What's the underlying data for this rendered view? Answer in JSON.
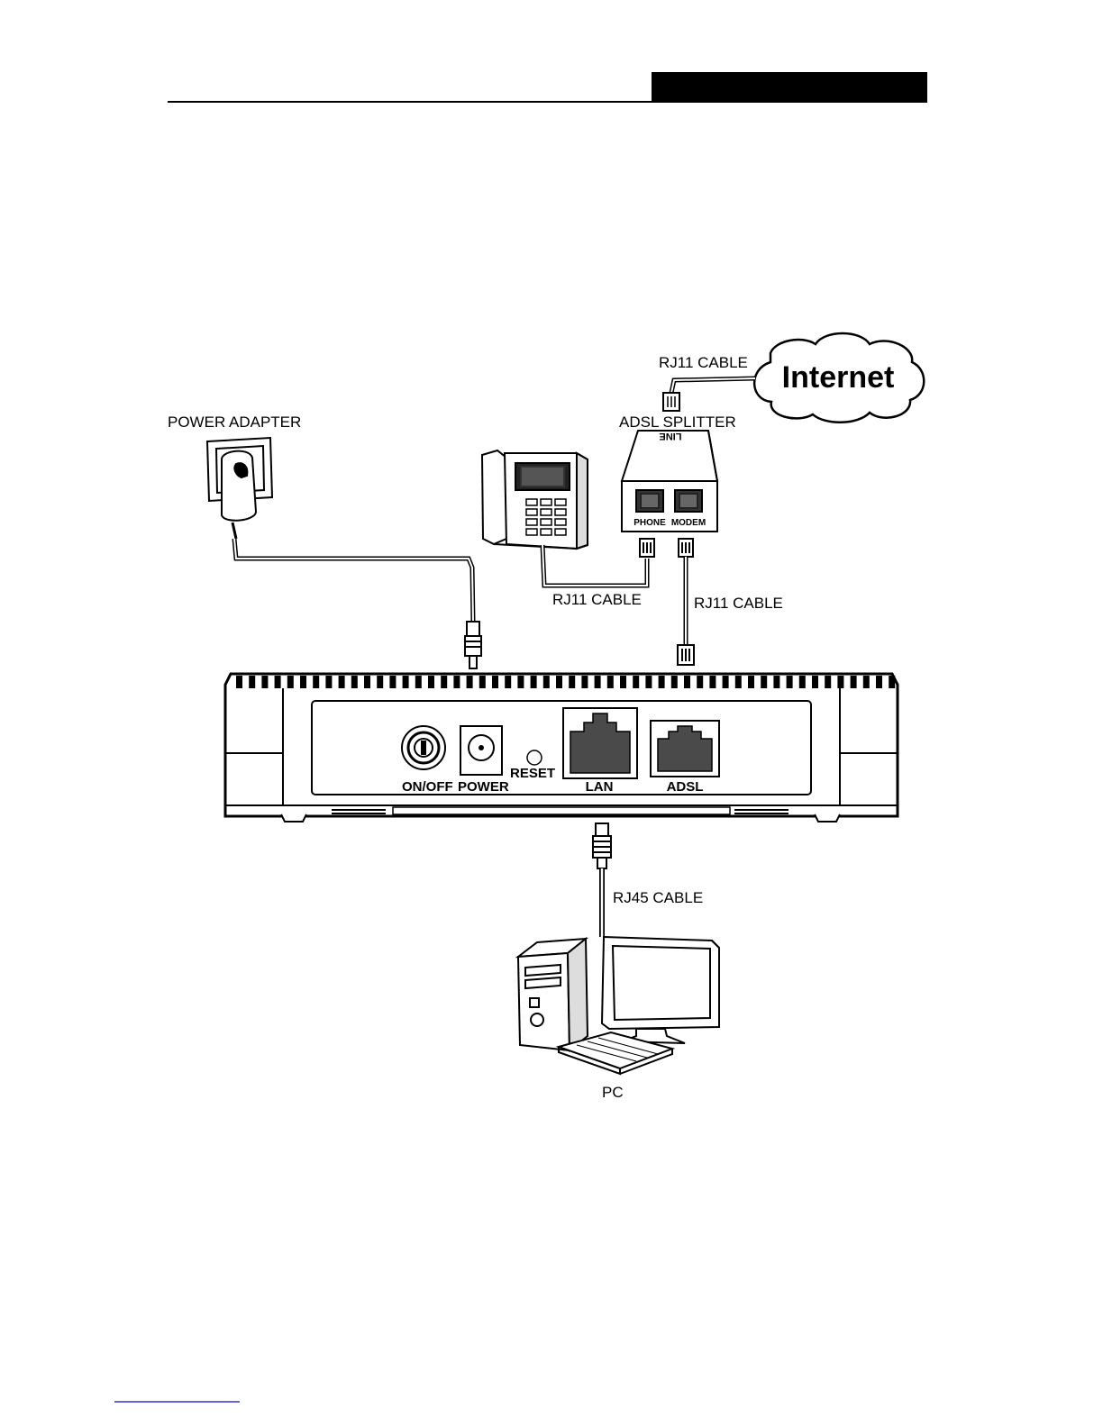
{
  "labels": {
    "rj11_top": "RJ11 CABLE",
    "internet": "Internet",
    "power_adapter": "POWER ADAPTER",
    "adsl_splitter": "ADSL SPLITTER",
    "line": "LINE",
    "phone": "PHONE",
    "modem": "MODEM",
    "rj11_phone": "RJ11 CABLE",
    "rj11_modem": "RJ11 CABLE",
    "on_off": "ON/OFF",
    "power": "POWER",
    "reset": "RESET",
    "lan": "LAN",
    "adsl": "ADSL",
    "rj45": "RJ45 CABLE",
    "pc": "PC"
  },
  "icons": [
    "cloud-icon",
    "power-adapter-icon",
    "telephone-icon",
    "splitter-icon",
    "router-icon",
    "pc-icon"
  ],
  "colors": {
    "ink": "#000000",
    "port_fill": "#4a4a4a",
    "footer_line": "#3333cc"
  }
}
